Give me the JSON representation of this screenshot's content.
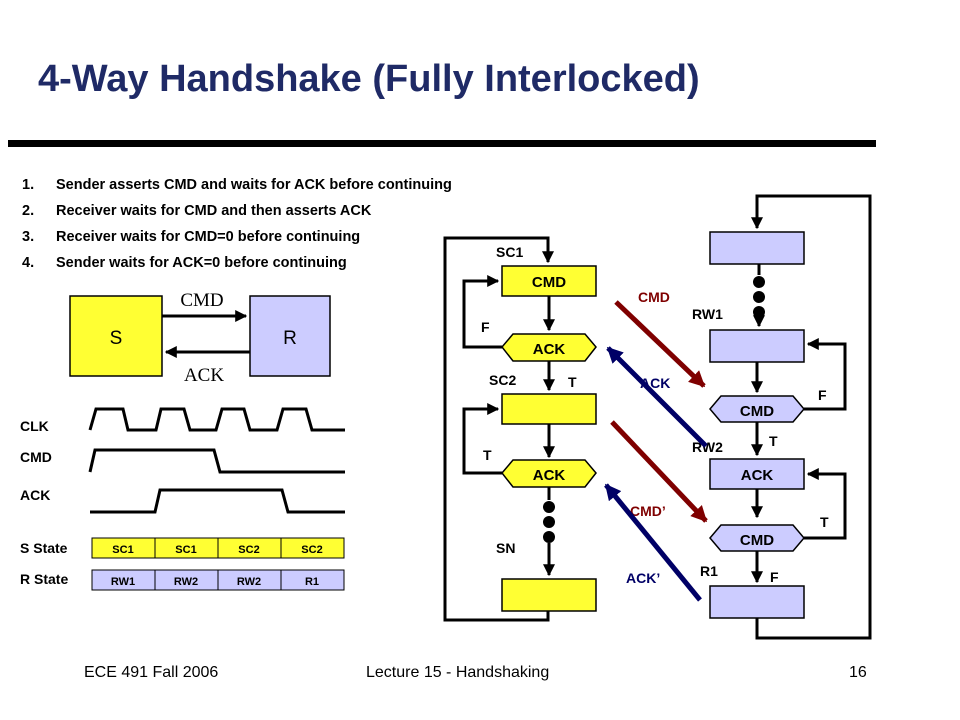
{
  "slide": {
    "title": "4-Way Handshake (Fully Interlocked)",
    "steps": [
      {
        "num": "1.",
        "text": "Sender asserts CMD and waits for ACK before continuing"
      },
      {
        "num": "2.",
        "text": "Receiver waits for CMD and then asserts ACK"
      },
      {
        "num": "3.",
        "text": "Receiver waits for CMD=0 before continuing"
      },
      {
        "num": "4.",
        "text": "Sender waits for ACK=0 before continuing"
      }
    ]
  },
  "block": {
    "sender": "S",
    "receiver": "R",
    "cmd_label": "CMD",
    "ack_label": "ACK"
  },
  "timing": {
    "signals": [
      "CLK",
      "CMD",
      "ACK"
    ],
    "s_state_label": "S State",
    "r_state_label": "R State",
    "s_states": [
      "SC1",
      "SC1",
      "SC2",
      "SC2"
    ],
    "r_states": [
      "RW1",
      "RW2",
      "RW2",
      "R1"
    ]
  },
  "sender_fsm": {
    "sc1": "SC1",
    "sc2": "SC2",
    "sn": "SN",
    "cmd": "CMD",
    "ack1": "ACK",
    "ack2": "ACK",
    "f": "F",
    "t1": "T",
    "t2": "T"
  },
  "receiver_fsm": {
    "rw1": "RW1",
    "rw2": "RW2",
    "r1": "R1",
    "cmd1": "CMD",
    "ack": "ACK",
    "cmd2": "CMD",
    "f1": "F",
    "t1": "T",
    "t2": "T",
    "f2": "F"
  },
  "handshake_arrows": {
    "cmd": "CMD",
    "ack": "ACK",
    "cmd_prime": "CMD’",
    "ack_prime": "ACK’"
  },
  "footer": {
    "course": "ECE 491 Fall 2006",
    "lecture": "Lecture 15 - Handshaking",
    "page": "16"
  },
  "colors": {
    "title": "#1f2a66",
    "state_fill": "#ccccff",
    "sender_fill": "#ffff33",
    "cmd_arrow": "#7f0000",
    "ack_arrow": "#000066"
  }
}
